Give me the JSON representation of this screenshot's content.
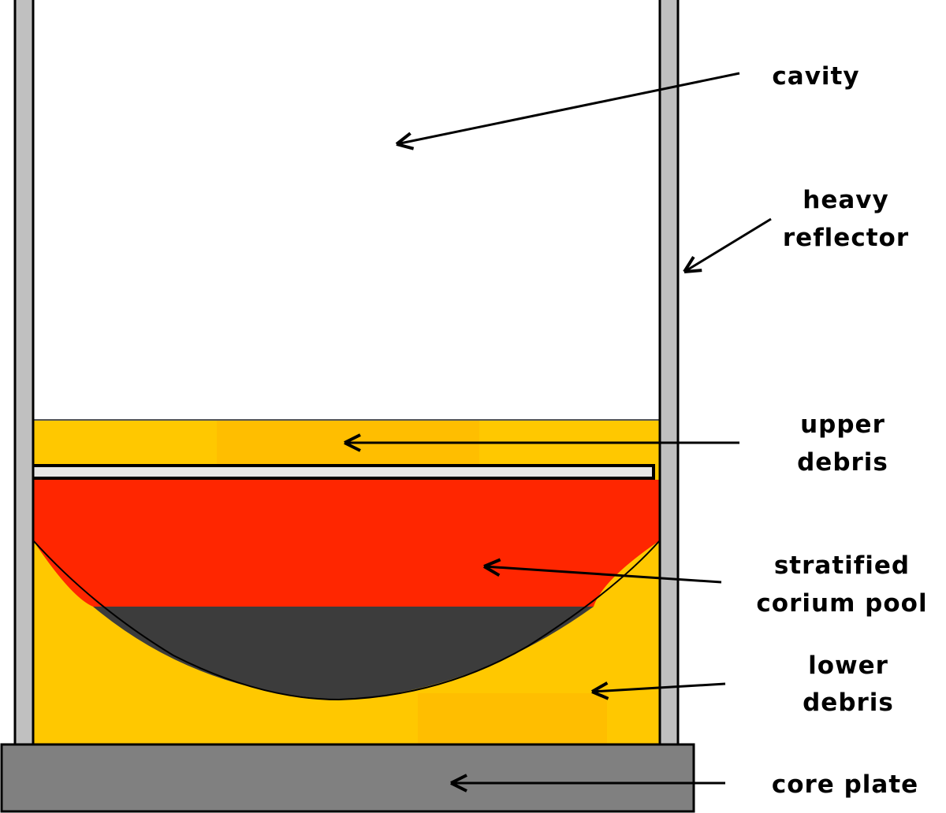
{
  "labels": {
    "cavity": "cavity",
    "heavy_reflector": [
      "heavy",
      "reflector"
    ],
    "upper_debris": [
      "upper",
      "debris"
    ],
    "stratified_corium_pool": [
      "stratified",
      "corium pool"
    ],
    "lower_debris": [
      "lower",
      "debris"
    ],
    "core_plate": "core plate"
  },
  "colors": {
    "reflector": "#c0c0c0",
    "debris": "#ffc800",
    "debris_shade": "#ffbe00",
    "corium_oxide": "#ff2600",
    "corium_metal": "#3c3c3c",
    "core_plate": "#808080"
  }
}
